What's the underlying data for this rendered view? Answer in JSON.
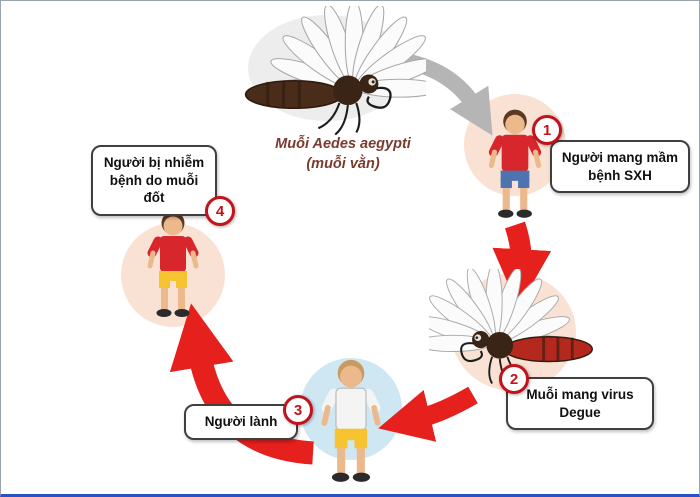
{
  "diagram": {
    "center_caption": {
      "line1": "Muỗi Aedes aegypti",
      "line2": "(muỗi vằn)"
    },
    "steps": [
      {
        "num": "1",
        "label": "Người mang mầm bệnh SXH"
      },
      {
        "num": "2",
        "label": "Muỗi mang virus Degue"
      },
      {
        "num": "3",
        "label": "Người lành"
      },
      {
        "num": "4",
        "label": "Người bị nhiễm bệnh do muỗi đốt"
      }
    ],
    "colors": {
      "arrow_red": "#e5201d",
      "arrow_gray": "#b5b5b5",
      "badge_red": "#c2121b",
      "circle_peach": "#f9e2d3",
      "circle_blue": "#cfe6f3"
    }
  }
}
